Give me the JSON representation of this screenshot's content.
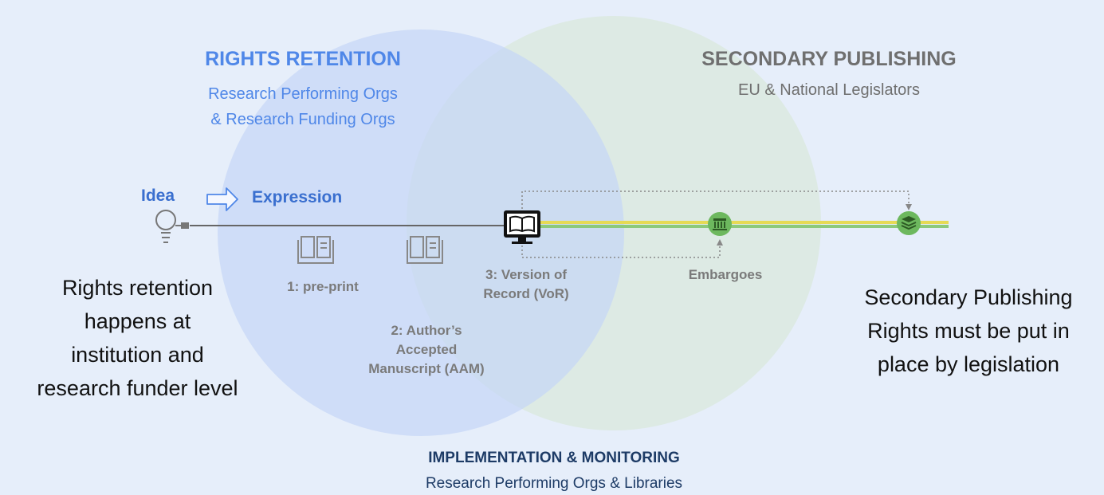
{
  "rights_retention": {
    "title": "RIGHTS RETENTION",
    "subtitle_line1": "Research Performing Orgs",
    "subtitle_line2": "& Research Funding Orgs"
  },
  "secondary_publishing": {
    "title": "SECONDARY PUBLISHING",
    "subtitle": "EU & National Legislators"
  },
  "implementation": {
    "title": "IMPLEMENTATION & MONITORING",
    "subtitle": "Research Performing Orgs & Libraries"
  },
  "flow": {
    "idea": "Idea",
    "expression": "Expression"
  },
  "stages": {
    "preprint": "1: pre-print",
    "aam_line1": "2: Author’s",
    "aam_line2": "Accepted",
    "aam_line3": "Manuscript (AAM)",
    "vor_line1": "3: Version of",
    "vor_line2": "Record (VoR)",
    "embargoes": "Embargoes"
  },
  "notes": {
    "left_line1": "Rights retention",
    "left_line2": "happens at",
    "left_line3": "institution and",
    "left_line4": "research funder level",
    "right_line1": "Secondary Publishing",
    "right_line2": "Rights must be put in",
    "right_line3": "place by legislation"
  },
  "colors": {
    "background": "#e6eefa",
    "circle_rights": "#c8d8f7",
    "circle_secondary": "#d9e8dc",
    "accent_blue": "#4f87e8",
    "yellow_line": "#e8dc5a",
    "green_line": "#8cc97a",
    "green_node": "#6db85e"
  }
}
